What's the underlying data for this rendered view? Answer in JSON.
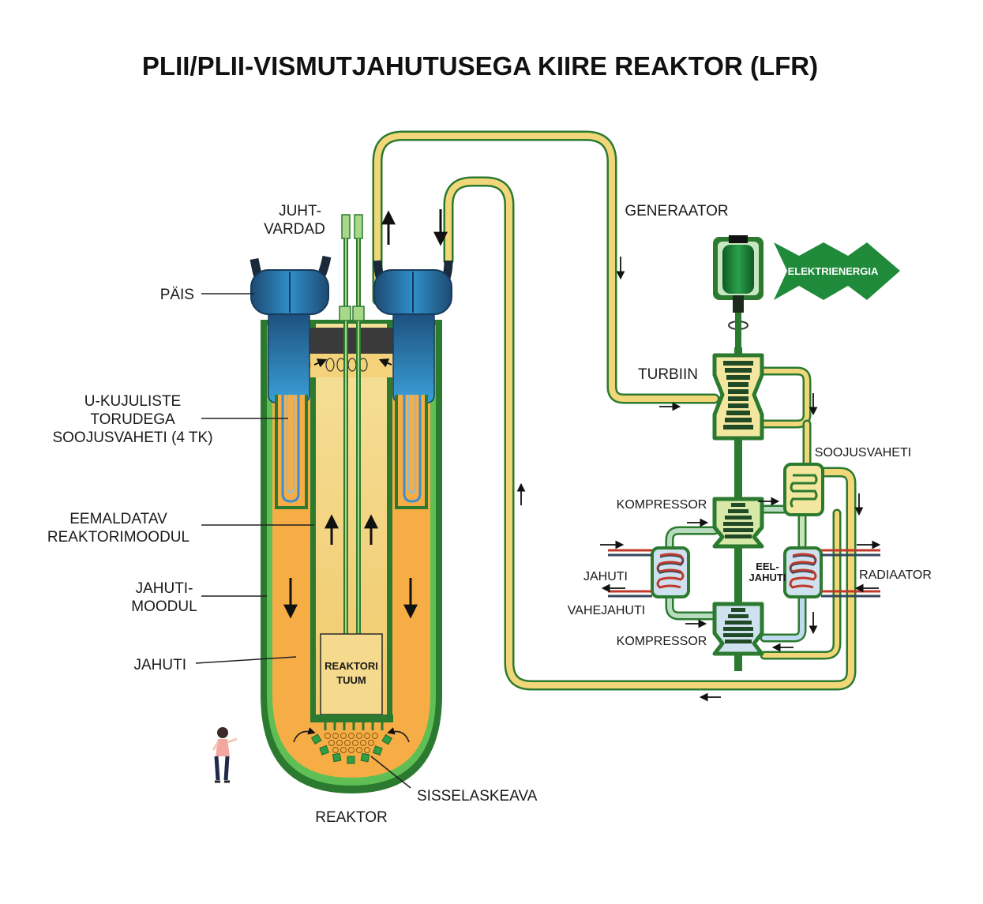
{
  "title": "PLII/PLII-VISMUTJAHUTUSEGA KIIRE REAKTOR (LFR)",
  "labels": {
    "control_rods": [
      "JUHT-",
      "VARDAD"
    ],
    "head": "PÄIS",
    "heat_exchanger": [
      "U-KUJULISTE",
      "TORUDEGA",
      "SOOJUSVAHETI (4 TK)"
    ],
    "removable_module": [
      "EEMALDATAV",
      "REAKTORIMOODUL"
    ],
    "coolant_module": [
      "JAHUTI-",
      "MOODUL"
    ],
    "coolant": "JAHUTI",
    "core": [
      "REAKTORI",
      "TUUM"
    ],
    "inlet": "SISSELASKEAVA",
    "reactor": "REAKTOR",
    "generator": "GENERAATOR",
    "electricity": "ELEKTRIENERGIA",
    "turbine": "TURBIIN",
    "recuperator": "SOOJUSVAHETI",
    "compressor_top": "KOMPRESSOR",
    "compressor_bottom": "KOMPRESSOR",
    "cooler_left": "JAHUTI",
    "intercooler": "VAHEJAHUTI",
    "precooler": [
      "EEL-",
      "JAHUTI"
    ],
    "radiator": "RADIAATOR"
  },
  "colors": {
    "green": "#1f8a3a",
    "light_green": "#8fd18a",
    "coolant_orange": "#f7ad45",
    "module_yellow": "#f3d27a",
    "pipe_yellow": "#f1d77a",
    "head_blue": "#2f8fc9",
    "electricity_green": "#1f8a3a"
  }
}
